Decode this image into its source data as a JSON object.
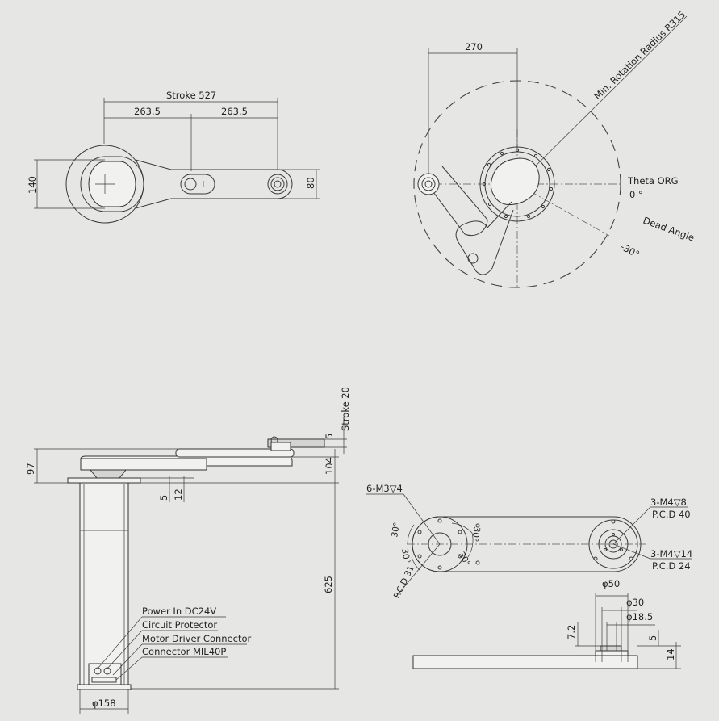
{
  "top_view": {
    "stroke": "Stroke 527",
    "half_left": "263.5",
    "half_right": "263.5",
    "width": "140",
    "tip_width": "80"
  },
  "rotation_view": {
    "width": "270",
    "min_radius": "Min. Rotation Radius R315",
    "theta_org": "Theta ORG",
    "zero_deg": "0 °",
    "dead_angle": "Dead Angle",
    "neg30": "-30°"
  },
  "side_view": {
    "stroke20": "Stroke 20",
    "d5": "5",
    "d97": "97",
    "d104": "104",
    "d5b": "5",
    "d12": "12",
    "d625": "625",
    "d158": "φ158",
    "connectors": [
      "Power In DC24V",
      "Circuit Protector",
      "Motor Driver Connector",
      "Connector MIL40P"
    ]
  },
  "detail_view": {
    "holes_m3": "6-M3▽4",
    "a30a": "30°",
    "a30b": "30°",
    "a30c": "30°",
    "a30d": "30°",
    "pcd31": "P.C.D 31",
    "m4_8": "3-M4▽8",
    "pcd40": "P.C.D 40",
    "m4_14": "3-M4▽14",
    "pcd24": "P.C.D 24",
    "d50": "φ50",
    "d30": "φ30",
    "d185": "φ18.5",
    "d72": "7.2",
    "d5": "5",
    "d14": "14"
  }
}
